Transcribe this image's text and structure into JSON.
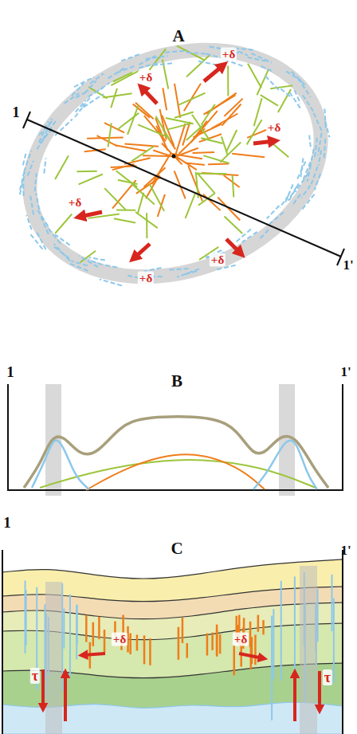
{
  "diagram": {
    "labels": [
      "A",
      "1",
      "1'",
      "+δ",
      "+δ",
      "+δ",
      "+δ",
      "+δ",
      "+δ",
      "B",
      "1",
      "1'",
      "C",
      "1",
      "1'",
      "+δ",
      "+δ",
      "τ",
      "τ"
    ]
  }
}
